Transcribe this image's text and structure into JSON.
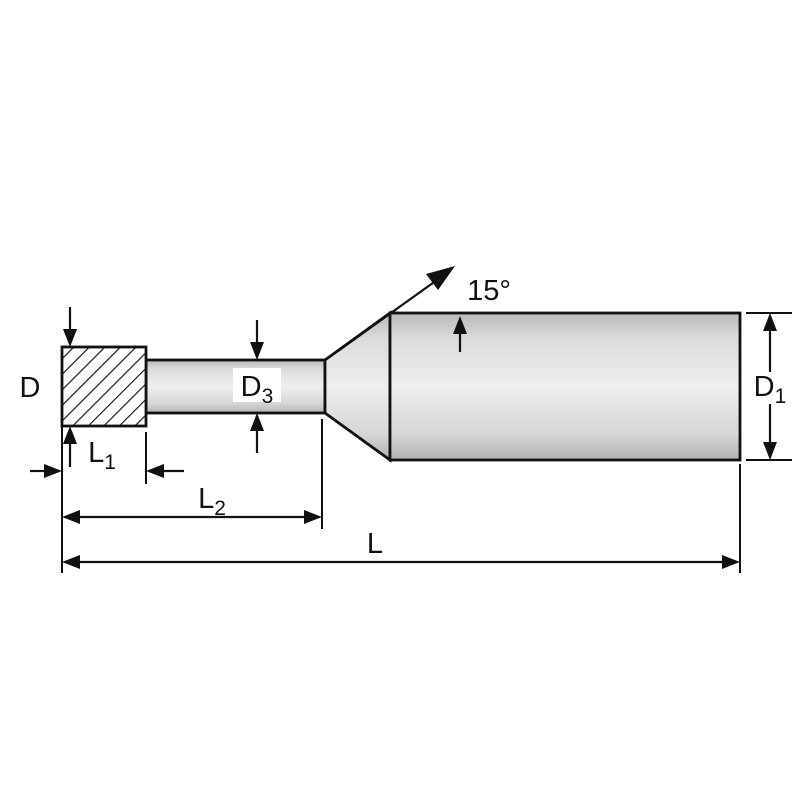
{
  "figure": {
    "type": "technical-drawing",
    "subject": "End mill side view with dimension callouts",
    "labels": {
      "diameter_head": {
        "main": "D",
        "sub": ""
      },
      "diameter_neck": {
        "main": "D",
        "sub": "3"
      },
      "diameter_shank": {
        "main": "D",
        "sub": "1"
      },
      "length_head": {
        "main": "L",
        "sub": "1"
      },
      "length_reach": {
        "main": "L",
        "sub": "2"
      },
      "length_overall": {
        "main": "L",
        "sub": ""
      },
      "taper_angle": "15°"
    },
    "colors": {
      "line": "#111111",
      "metal_light": "#efefef",
      "metal_dark": "#b3b3b3",
      "background": "#ffffff"
    }
  }
}
